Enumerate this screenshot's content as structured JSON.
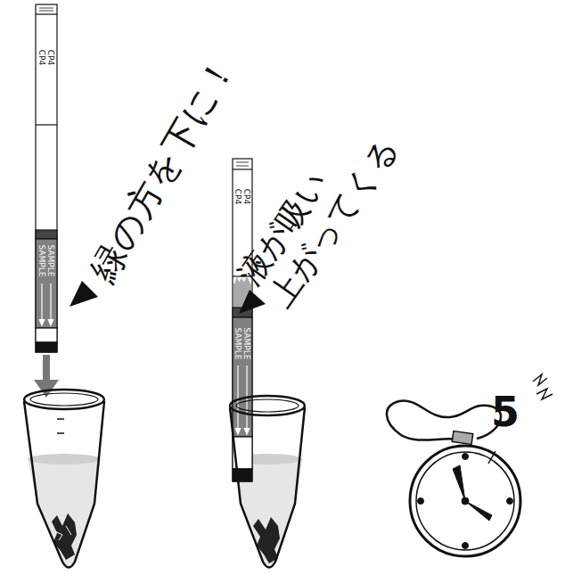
{
  "diagram": {
    "labels": [
      "緑の方を下に！",
      "液が吸い 上がってくる",
      "5",
      "SAMPLE",
      "SAMPLE",
      "CP4",
      "CP4",
      "SAMPLE",
      "SAMPLE",
      "CP4",
      "CP4"
    ]
  }
}
